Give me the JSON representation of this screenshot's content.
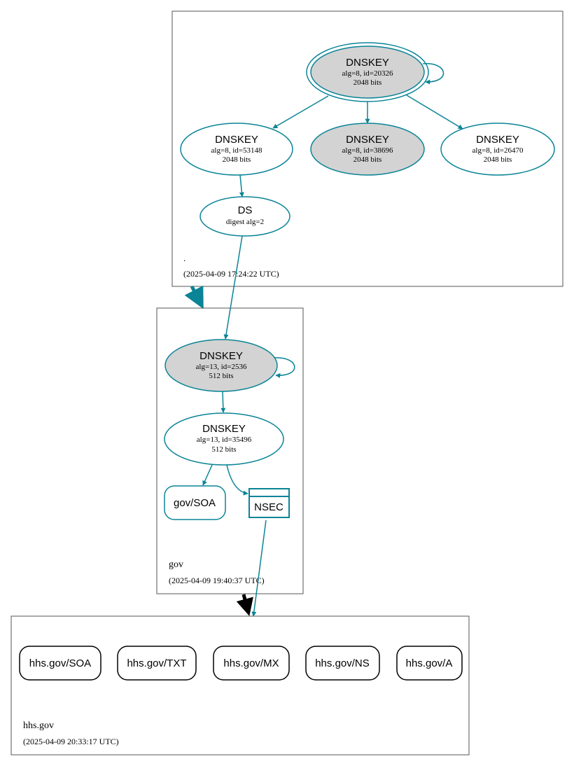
{
  "zones": {
    "root": {
      "name": ".",
      "timestamp": "(2025-04-09 17:24:22 UTC)",
      "ksk": {
        "title": "DNSKEY",
        "alg": "alg=8, id=20326",
        "bits": "2048 bits"
      },
      "key1": {
        "title": "DNSKEY",
        "alg": "alg=8, id=53148",
        "bits": "2048 bits"
      },
      "key2": {
        "title": "DNSKEY",
        "alg": "alg=8, id=38696",
        "bits": "2048 bits"
      },
      "key3": {
        "title": "DNSKEY",
        "alg": "alg=8, id=26470",
        "bits": "2048 bits"
      },
      "ds": {
        "title": "DS",
        "sub": "digest alg=2"
      }
    },
    "gov": {
      "name": "gov",
      "timestamp": "(2025-04-09 19:40:37 UTC)",
      "ksk": {
        "title": "DNSKEY",
        "alg": "alg=13, id=2536",
        "bits": "512 bits"
      },
      "zsk": {
        "title": "DNSKEY",
        "alg": "alg=13, id=35496",
        "bits": "512 bits"
      },
      "soa": "gov/SOA",
      "nsec": "NSEC"
    },
    "hhs": {
      "name": "hhs.gov",
      "timestamp": "(2025-04-09 20:33:17 UTC)",
      "records": [
        "hhs.gov/SOA",
        "hhs.gov/TXT",
        "hhs.gov/MX",
        "hhs.gov/NS",
        "hhs.gov/A"
      ]
    }
  },
  "colors": {
    "edge": "#0a8496",
    "secure_fill": "#d3d3d3",
    "insecure_delegation": "#000000",
    "box_border": "#555555"
  }
}
